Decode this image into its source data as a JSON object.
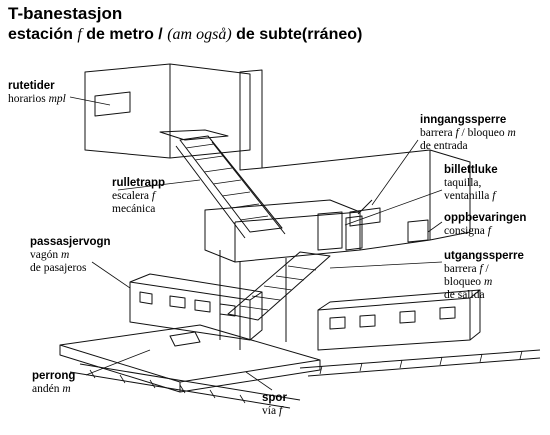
{
  "title": "T-banestasjon",
  "subtitle": {
    "part1": "estación",
    "gender1": "f",
    "part2": "de metro /",
    "also": "(am også)",
    "part3": "de subte(rráneo)"
  },
  "labels": {
    "rutetider": {
      "term": "rutetider",
      "tr1": "horarios",
      "g1": "mpl"
    },
    "rulletrapp": {
      "term": "rulletrapp",
      "tr1": "escalera",
      "g1": "f",
      "tr2": "mecánica"
    },
    "passasjervogn": {
      "term": "passasjervogn",
      "tr1": "vagón",
      "g1": "m",
      "tr2": "de pasajeros"
    },
    "perrong": {
      "term": "perrong",
      "tr1": "andén",
      "g1": "m"
    },
    "spor": {
      "term": "spor",
      "tr1": "vía",
      "g1": "f"
    },
    "inngangssperre": {
      "term": "inngangssperre",
      "tr1": "barrera",
      "g1": "f",
      "sep": "/",
      "tr1b": "bloqueo",
      "g1b": "m",
      "tr2": "de entrada"
    },
    "billettluke": {
      "term": "billettluke",
      "tr1": "taquilla,",
      "tr2": "ventanilla",
      "g2": "f"
    },
    "oppbevaringen": {
      "term": "oppbevaringen",
      "tr1": "consigna",
      "g1": "f"
    },
    "utgangssperre": {
      "term": "utgangssperre",
      "tr1": "barrera",
      "g1": "f",
      "sep": "/",
      "tr2": "bloqueo",
      "g2": "m",
      "tr3": "de salida"
    }
  }
}
